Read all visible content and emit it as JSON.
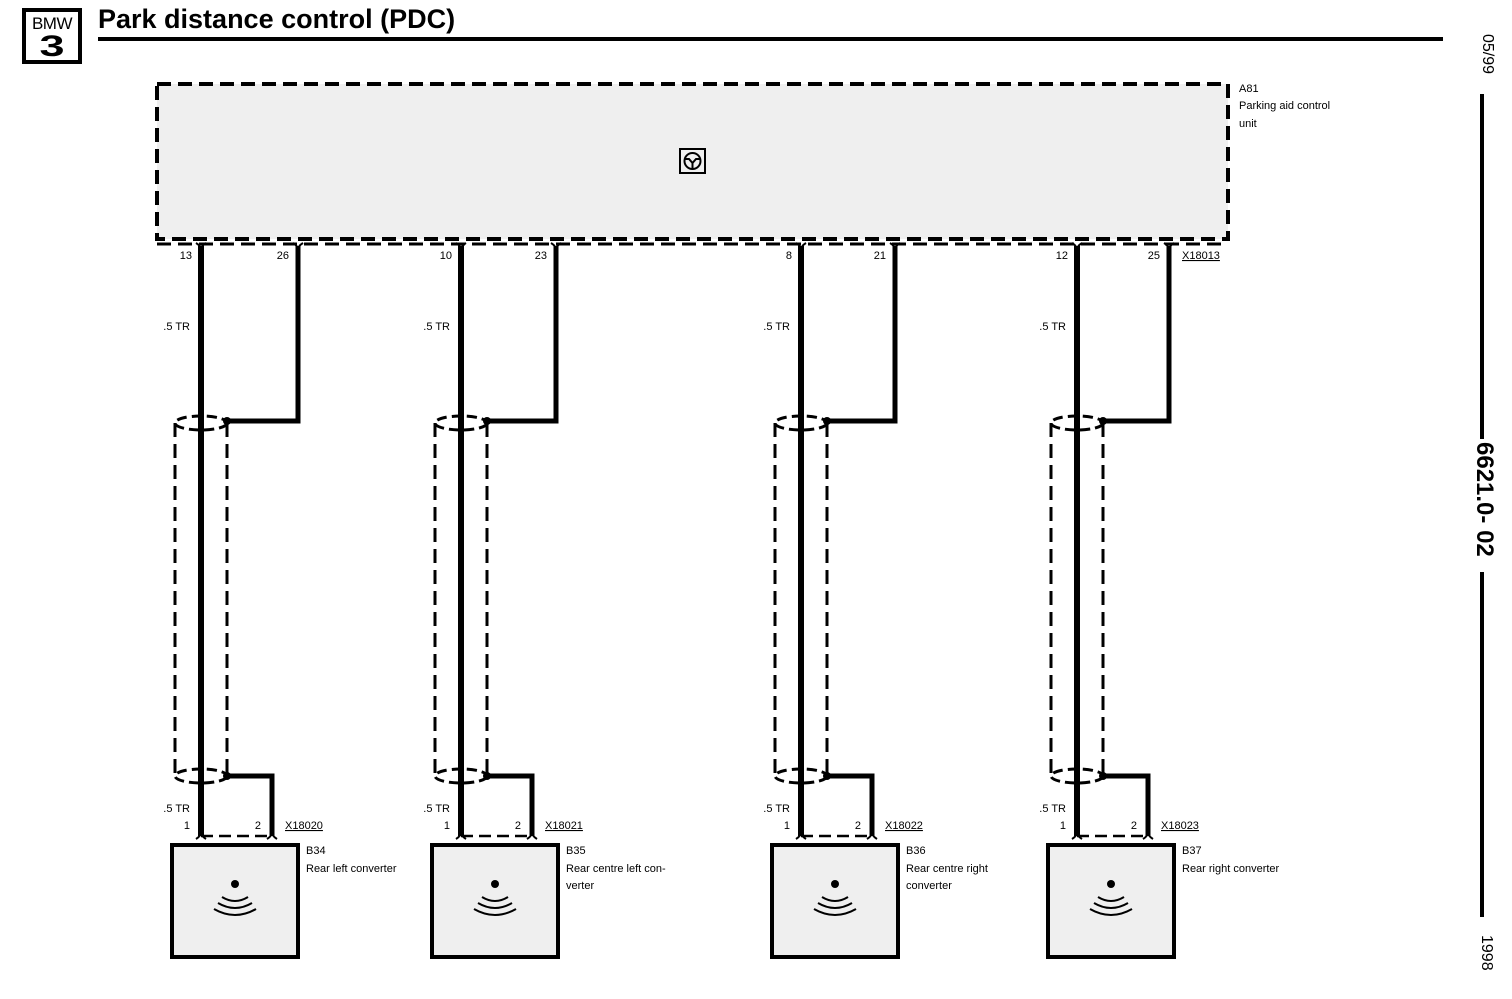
{
  "header": {
    "logo_brand": "BMW",
    "logo_series": "3",
    "title": "Park distance control (PDC)"
  },
  "sidebar": {
    "date": "05/99",
    "doc_number": "6621.0- 02",
    "year": "1998"
  },
  "control_unit": {
    "id": "A81",
    "name_line1": "Parking aid control",
    "name_line2": "unit",
    "connector": "X18013",
    "icon": "steering-wheel-icon"
  },
  "wire_spec": ".5 TR",
  "sensors": [
    {
      "id": "B34",
      "name_line1": "Rear left converter",
      "name_line2": "",
      "connector": "X18020",
      "unit_pins": [
        "13",
        "26"
      ],
      "sensor_pins": [
        "1",
        "2"
      ],
      "wire_top": ".5 TR",
      "wire_bottom": ".5 TR"
    },
    {
      "id": "B35",
      "name_line1": "Rear centre left con-",
      "name_line2": "verter",
      "connector": "X18021",
      "unit_pins": [
        "10",
        "23"
      ],
      "sensor_pins": [
        "1",
        "2"
      ],
      "wire_top": ".5 TR",
      "wire_bottom": ".5 TR"
    },
    {
      "id": "B36",
      "name_line1": "Rear centre right",
      "name_line2": "converter",
      "connector": "X18022",
      "unit_pins": [
        "8",
        "21"
      ],
      "sensor_pins": [
        "1",
        "2"
      ],
      "wire_top": ".5 TR",
      "wire_bottom": ".5 TR"
    },
    {
      "id": "B37",
      "name_line1": "Rear right converter",
      "name_line2": "",
      "connector": "X18023",
      "unit_pins": [
        "12",
        "25"
      ],
      "sensor_pins": [
        "1",
        "2"
      ],
      "wire_top": ".5 TR",
      "wire_bottom": ".5 TR"
    }
  ],
  "colors": {
    "line": "#000000",
    "component_fill": "#efefef",
    "background": "#ffffff"
  }
}
